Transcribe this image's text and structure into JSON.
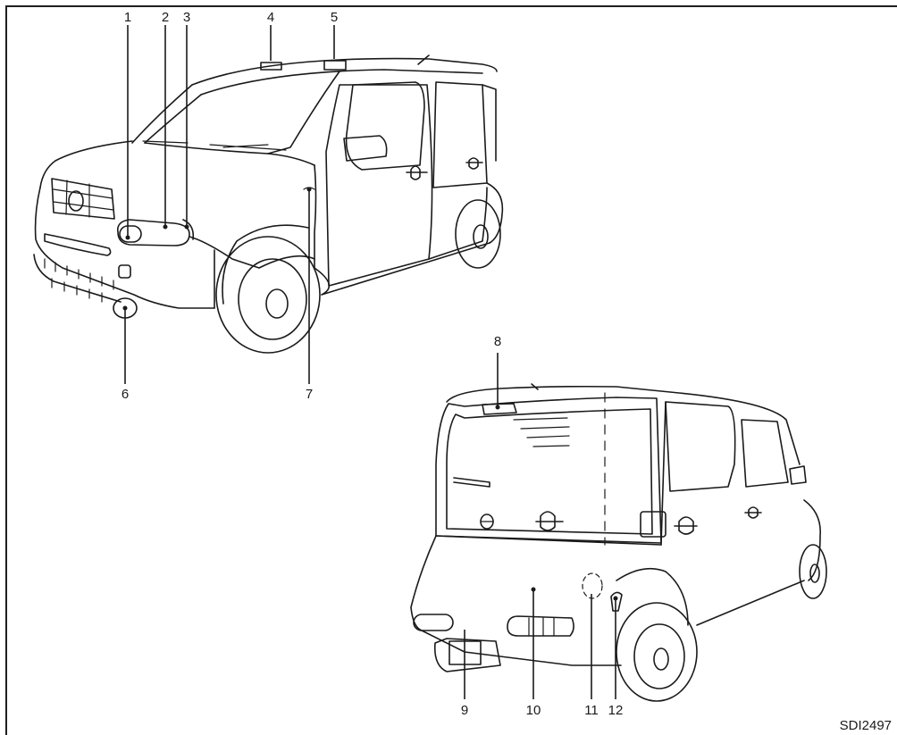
{
  "figure": {
    "code": "SDI2497",
    "views": [
      "front-left view",
      "rear-right view"
    ],
    "callouts": [
      {
        "id": 1,
        "label": "1",
        "view": "front"
      },
      {
        "id": 2,
        "label": "2",
        "view": "front"
      },
      {
        "id": 3,
        "label": "3",
        "view": "front"
      },
      {
        "id": 4,
        "label": "4",
        "view": "front"
      },
      {
        "id": 5,
        "label": "5",
        "view": "front"
      },
      {
        "id": 6,
        "label": "6",
        "view": "front"
      },
      {
        "id": 7,
        "label": "7",
        "view": "front"
      },
      {
        "id": 8,
        "label": "8",
        "view": "rear"
      },
      {
        "id": 9,
        "label": "9",
        "view": "rear"
      },
      {
        "id": 10,
        "label": "10",
        "view": "rear"
      },
      {
        "id": 11,
        "label": "11",
        "view": "rear"
      },
      {
        "id": 12,
        "label": "12",
        "view": "rear"
      }
    ]
  },
  "colors": {
    "line": "#1a1a1a",
    "background": "#ffffff"
  }
}
